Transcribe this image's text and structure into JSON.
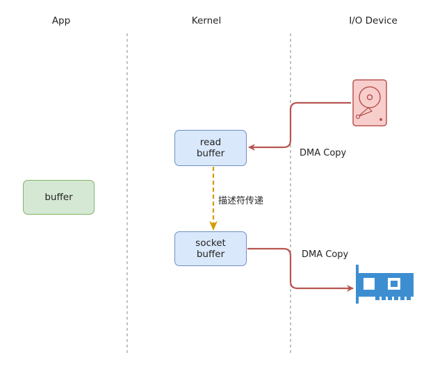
{
  "columns": {
    "app": "App",
    "kernel": "Kernel",
    "io_device": "I/O Device"
  },
  "boxes": {
    "app_buffer": "buffer",
    "read_buffer_line1": "read",
    "read_buffer_line2": "buffer",
    "socket_buffer_line1": "socket",
    "socket_buffer_line2": "buffer"
  },
  "edges": {
    "dma_copy_in": "DMA Copy",
    "descriptor_pass": "描述符传递",
    "dma_copy_out": "DMA Copy"
  },
  "icons": {
    "disk": "hard-disk-icon",
    "nic": "network-card-icon"
  },
  "colors": {
    "kernel_box_fill": "#dae8fc",
    "kernel_box_stroke": "#6c8ebf",
    "app_box_fill": "#d5e8d4",
    "app_box_stroke": "#82b366",
    "dma_arrow": "#b85450",
    "descriptor_arrow": "#d79b00",
    "disk_fill": "#f8cecc",
    "nic_fill": "#3d8ed1"
  }
}
